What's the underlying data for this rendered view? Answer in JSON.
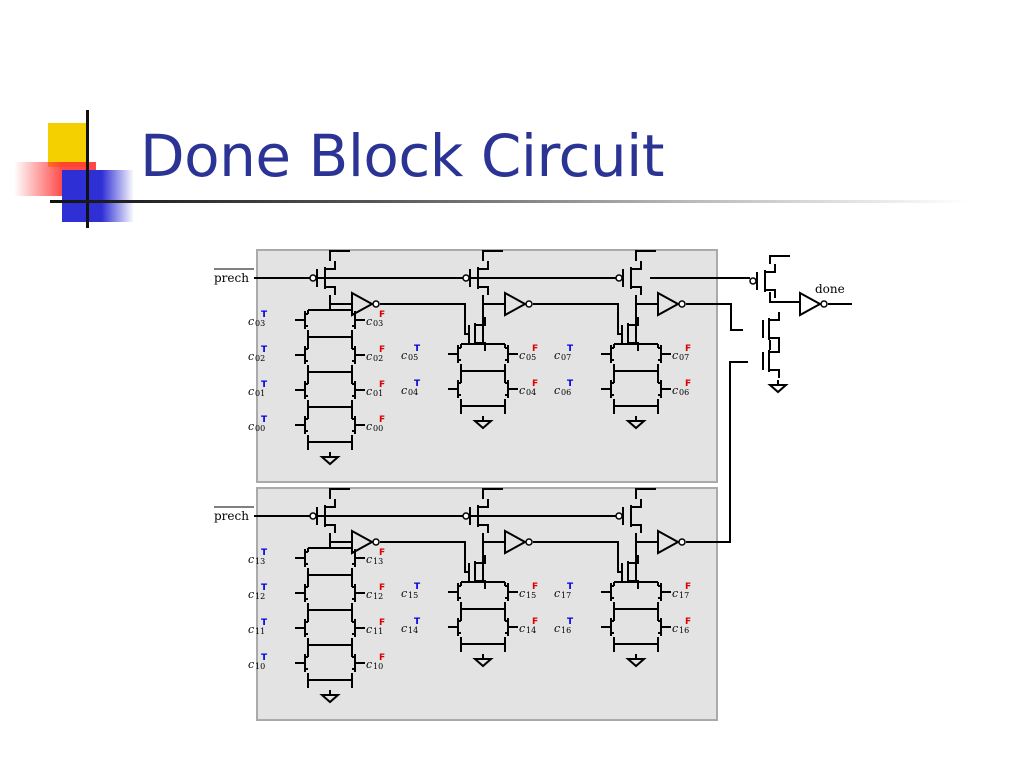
{
  "slide": {
    "title": "Done Block Circuit"
  },
  "colors": {
    "title": "#2b3494",
    "true_mark": "#0000dd",
    "false_mark": "#dd0000",
    "panel": "#e3e3e3"
  },
  "circuit": {
    "signals": {
      "prech": "prech",
      "done": "done"
    },
    "marks": {
      "true": "T",
      "false": "F"
    },
    "input_letter": "c",
    "blocks": [
      {
        "columns": [
          {
            "rows": [
              {
                "t": "03",
                "f": "03"
              },
              {
                "t": "02",
                "f": "02"
              },
              {
                "t": "01",
                "f": "01"
              },
              {
                "t": "00",
                "f": "00"
              }
            ]
          },
          {
            "rows": [
              {
                "t": "05",
                "f": "05"
              },
              {
                "t": "04",
                "f": "04"
              }
            ]
          },
          {
            "rows": [
              {
                "t": "07",
                "f": "07"
              },
              {
                "t": "06",
                "f": "06"
              }
            ]
          }
        ]
      },
      {
        "columns": [
          {
            "rows": [
              {
                "t": "13",
                "f": "13"
              },
              {
                "t": "12",
                "f": "12"
              },
              {
                "t": "11",
                "f": "11"
              },
              {
                "t": "10",
                "f": "10"
              }
            ]
          },
          {
            "rows": [
              {
                "t": "15",
                "f": "15"
              },
              {
                "t": "14",
                "f": "14"
              }
            ]
          },
          {
            "rows": [
              {
                "t": "17",
                "f": "17"
              },
              {
                "t": "16",
                "f": "16"
              }
            ]
          }
        ]
      }
    ]
  }
}
